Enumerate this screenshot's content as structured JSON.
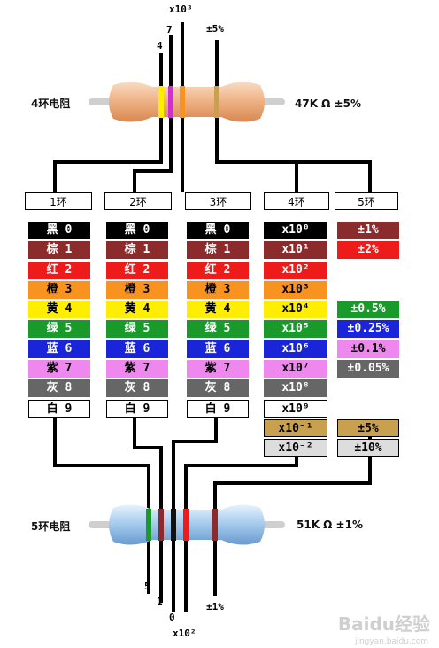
{
  "top": {
    "title": "4环电阻",
    "value": "47K Ω ±5%",
    "pin_labels": {
      "d1": "4",
      "d2": "7",
      "mult": "x10³",
      "tol": "±5%"
    }
  },
  "bottom": {
    "title": "5环电阻",
    "value": "51K Ω ±1%",
    "pin_labels": {
      "d1": "5",
      "d2": "1",
      "d3": "0",
      "mult": "x10²",
      "tol": "±1%"
    }
  },
  "headers": [
    "1环",
    "2环",
    "3环",
    "4环",
    "5环"
  ],
  "colors": {
    "black": "#000000",
    "brown": "#8b2b2b",
    "red": "#ee1b1b",
    "orange": "#f7931e",
    "yellow": "#ffee00",
    "green": "#1a9a2a",
    "blue": "#1a24d9",
    "violet": "#ee88ee",
    "gray": "#666666",
    "white": "#ffffff",
    "gold": "#c8a050",
    "silver": "#dddddd"
  },
  "digit_rows": [
    {
      "name": "黑",
      "num": "0",
      "color": "black"
    },
    {
      "name": "棕",
      "num": "1",
      "color": "brown"
    },
    {
      "name": "红",
      "num": "2",
      "color": "red"
    },
    {
      "name": "橙",
      "num": "3",
      "color": "orange"
    },
    {
      "name": "黄",
      "num": "4",
      "color": "yellow"
    },
    {
      "name": "绿",
      "num": "5",
      "color": "green"
    },
    {
      "name": "蓝",
      "num": "6",
      "color": "blue"
    },
    {
      "name": "紫",
      "num": "7",
      "color": "violet"
    },
    {
      "name": "灰",
      "num": "8",
      "color": "gray"
    },
    {
      "name": "白",
      "num": "9",
      "color": "white"
    }
  ],
  "multiplier_rows": [
    {
      "text": "x10⁰",
      "color": "black"
    },
    {
      "text": "x10¹",
      "color": "brown"
    },
    {
      "text": "x10²",
      "color": "red"
    },
    {
      "text": "x10³",
      "color": "orange"
    },
    {
      "text": "x10⁴",
      "color": "yellow"
    },
    {
      "text": "x10⁵",
      "color": "green"
    },
    {
      "text": "x10⁶",
      "color": "blue"
    },
    {
      "text": "x10⁷",
      "color": "violet"
    },
    {
      "text": "x10⁸",
      "color": "gray"
    },
    {
      "text": "x10⁹",
      "color": "white"
    },
    {
      "text": "x10⁻¹",
      "color": "gold"
    },
    {
      "text": "x10⁻²",
      "color": "silver"
    }
  ],
  "tolerance_rows": [
    {
      "text": "±1%",
      "color": "brown"
    },
    {
      "text": "±2%",
      "color": "red"
    },
    {
      "text": "",
      "color": ""
    },
    {
      "text": "",
      "color": ""
    },
    {
      "text": "±0.5%",
      "color": "green"
    },
    {
      "text": "±0.25%",
      "color": "blue"
    },
    {
      "text": "±0.1%",
      "color": "violet"
    },
    {
      "text": "±0.05%",
      "color": "gray"
    },
    {
      "text": "",
      "color": ""
    },
    {
      "text": "",
      "color": ""
    },
    {
      "text": "±5%",
      "color": "gold"
    },
    {
      "text": "±10%",
      "color": "silver"
    }
  ],
  "watermark": {
    "brand": "Baidu经验",
    "url": "jingyan.baidu.com"
  }
}
